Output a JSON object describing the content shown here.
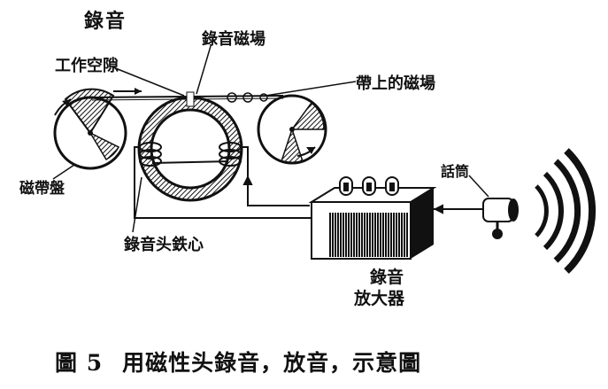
{
  "section_title": "錄音",
  "labels": {
    "recording_field": "錄音磁場",
    "working_gap": "工作空隙",
    "tape_field": "帶上的磁場",
    "reel": "磁帶盤",
    "microphone": "話筒",
    "head_core": "錄音头鉄心",
    "amplifier_line1": "錄音",
    "amplifier_line2": "放大器"
  },
  "caption": {
    "figure_number": "圖 5",
    "text": "用磁性头錄音，放音，示意圖"
  },
  "colors": {
    "ink": "#111111",
    "background": "#ffffff"
  }
}
